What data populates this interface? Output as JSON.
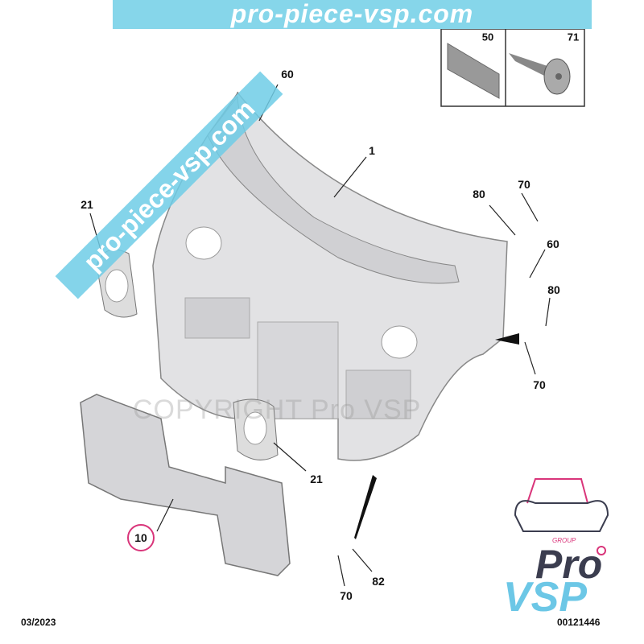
{
  "banner_text": "pro-piece-vsp.com",
  "diagonal_watermark": "pro-piece-vsp.com",
  "copyright_watermark": "COPYRIGHT Pro VSP",
  "inset": {
    "parts": [
      {
        "number": "50",
        "icon": "pad-icon"
      },
      {
        "number": "71",
        "icon": "screw-icon"
      }
    ]
  },
  "callouts": [
    "60",
    "1",
    "21",
    "80",
    "70",
    "60",
    "80",
    "70",
    "21",
    "10",
    "70",
    "82"
  ],
  "highlighted_callout": "10",
  "date": "03/2023",
  "diagram_number": "00121446",
  "logo": {
    "group": "GROUP",
    "pro": "Pro",
    "vsp": "VSP"
  },
  "colors": {
    "banner": "#86d6ea",
    "highlight": "#d9357a",
    "logo_dark": "#3b3d4f",
    "logo_blue": "#6cc7e6"
  }
}
